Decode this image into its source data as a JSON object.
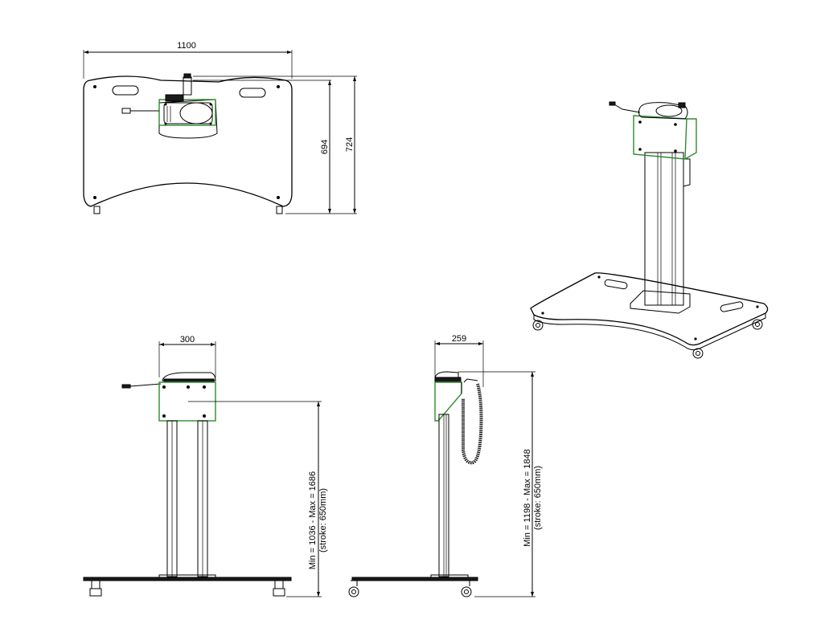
{
  "dimensions": {
    "top_width": "1100",
    "top_depth_inner": "694",
    "top_depth_outer": "724",
    "front_width": "300",
    "side_width": "259",
    "front_height": "Min = 1036 - Max = 1686",
    "front_stroke": "(stroke: 650mm)",
    "side_height": "Min = 1198 - Max = 1848",
    "side_stroke": "(stroke: 650mm)"
  },
  "colors": {
    "line": "#000000",
    "bracket_outline": "#2e8b2e",
    "background": "#ffffff"
  }
}
